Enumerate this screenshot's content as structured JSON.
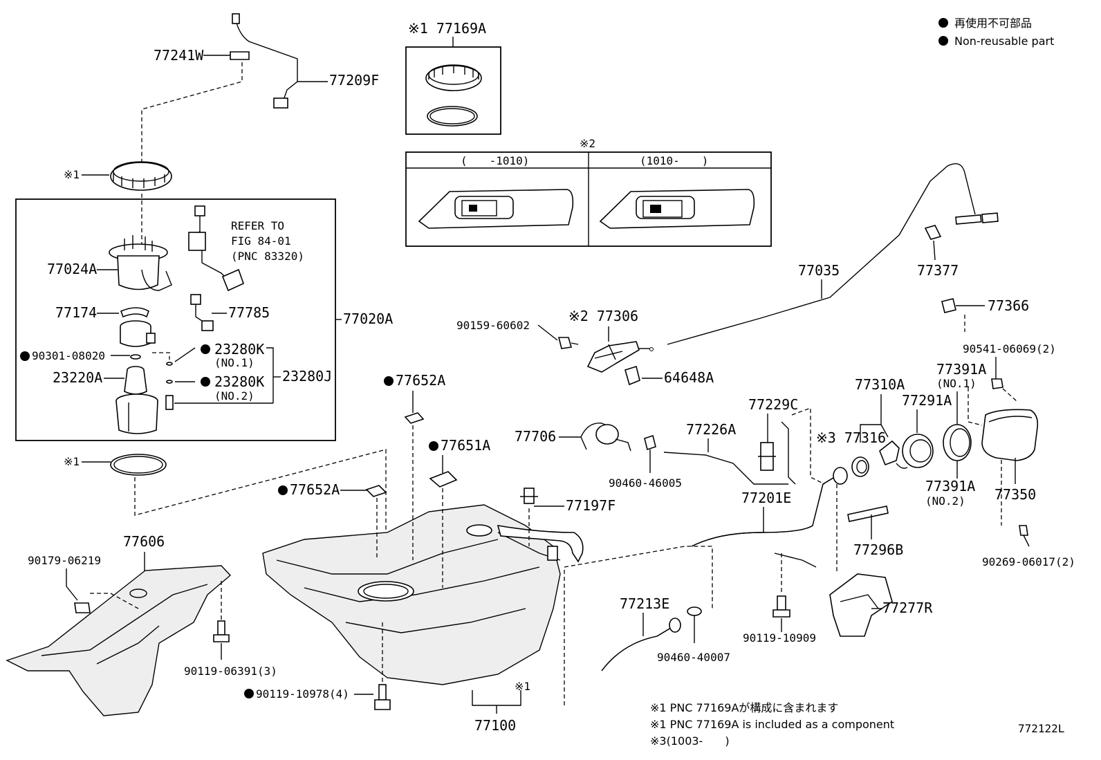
{
  "legend": {
    "jp": "再使用不可部品",
    "en": "Non-reusable part"
  },
  "diagram_id": "772122L",
  "box_header": "※2",
  "variant_left": "(　　-1010)",
  "variant_right": "(1010-　　)",
  "refer": [
    "REFER TO",
    "FIG 84-01",
    "(PNC 83320)"
  ],
  "notes": [
    "※1 PNC 77169Aが構成に含まれます",
    "※1 PNC 77169A is included as a component",
    "※3(1003-　　)"
  ],
  "labels": {
    "p77169A": "※1 77169A",
    "p77241W": "77241W",
    "p77209F": "77209F",
    "x1a": "※1",
    "x1b": "※1",
    "x1c": "※1",
    "p77024A": "77024A",
    "p77174": "77174",
    "p77785": "77785",
    "p77020A": "77020A",
    "p90301": "90301-08020",
    "p23280K1": "23280K",
    "no1": "(NO.1)",
    "p23220A": "23220A",
    "p23280K2": "23280K",
    "no2": "(NO.2)",
    "p23280J": "23280J",
    "p77652A_top": "77652A",
    "p77651A": "77651A",
    "p77652A_mid": "77652A",
    "p77197F": "77197F",
    "p90159": "90159-60602",
    "p77306": "※2 77306",
    "p64648A": "64648A",
    "p77035": "77035",
    "p77377": "77377",
    "p77366": "77366",
    "p90541": "90541-06069(2)",
    "p77391A1": "77391A",
    "no1b": "(NO.1)",
    "p77310A": "77310A",
    "p77291A": "77291A",
    "p77316": "※3 77316",
    "p77391A2": "77391A",
    "no2b": "(NO.2)",
    "p77350": "77350",
    "p77229C": "77229C",
    "p77226A": "77226A",
    "p77706": "77706",
    "p90460_46005": "90460-46005",
    "p77201E": "77201E",
    "p77296B": "77296B",
    "p90269": "90269-06017(2)",
    "p77606": "77606",
    "p90179": "90179-06219",
    "p90119_06391": "90119-06391(3)",
    "p90119_10978": "90119-10978(4)",
    "p77100": "77100",
    "p77213E": "77213E",
    "p90460_40007": "90460-40007",
    "p90119_10909": "90119-10909",
    "p77277R": "77277R"
  }
}
